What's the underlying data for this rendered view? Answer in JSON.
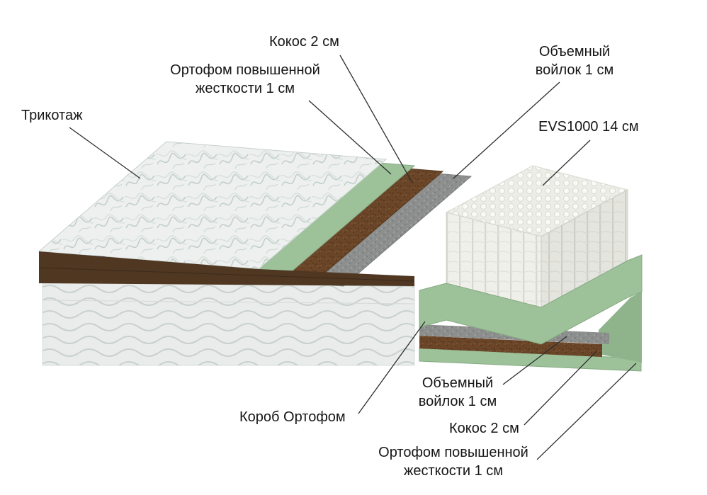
{
  "callouts": [
    {
      "id": "tricotage",
      "lines": [
        "Трикотаж"
      ]
    },
    {
      "id": "orthofoam-top",
      "lines": [
        "Ортофом повышенной",
        "жесткости 1 см"
      ]
    },
    {
      "id": "coconut-top",
      "lines": [
        "Кокос 2 см"
      ]
    },
    {
      "id": "felt-top",
      "lines": [
        "Объемный",
        "войлок 1 см"
      ]
    },
    {
      "id": "evs1000",
      "lines": [
        "EVS1000 14 см"
      ]
    },
    {
      "id": "felt-bottom",
      "lines": [
        "Объемный",
        "войлок 1 см"
      ]
    },
    {
      "id": "coconut-bottom",
      "lines": [
        "Кокос 2 см"
      ]
    },
    {
      "id": "orthofoam-bottom",
      "lines": [
        "Ортофом повышенной",
        "жесткости 1 см"
      ]
    },
    {
      "id": "box",
      "lines": [
        "Короб Ортофом"
      ]
    }
  ],
  "colors": {
    "text": "#161616",
    "leader_line": "#2d2d2d",
    "knit_base": "#edf0ee",
    "foam_green": "#9dc29a",
    "foam_green_dark": "#8fb48c",
    "foam_green_edge": "#86aa83",
    "coconut_brown": "#6b4527",
    "coconut_edge": "#57381e",
    "felt_grey": "#8d8f8e",
    "felt_edge": "#7c7e7d",
    "spring_white": "#f0f0eb",
    "quilt_base": "#e9ecea",
    "edge_band_brown": "#4f3722",
    "brand_patch_blue": "#3a57c4"
  }
}
